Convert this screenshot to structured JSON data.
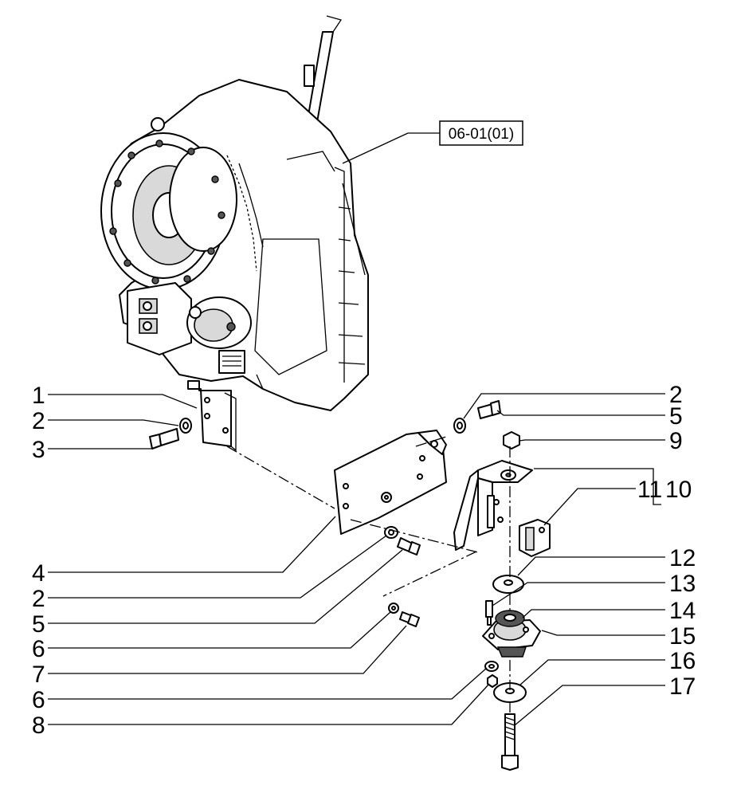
{
  "reference_box": {
    "label": "06-01(01)"
  },
  "callouts": {
    "left": [
      {
        "key": "l1",
        "text": "1"
      },
      {
        "key": "l2a",
        "text": "2"
      },
      {
        "key": "l3",
        "text": "3"
      },
      {
        "key": "l4",
        "text": "4"
      },
      {
        "key": "l2b",
        "text": "2"
      },
      {
        "key": "l5",
        "text": "5"
      },
      {
        "key": "l6a",
        "text": "6"
      },
      {
        "key": "l7",
        "text": "7"
      },
      {
        "key": "l6b",
        "text": "6"
      },
      {
        "key": "l8",
        "text": "8"
      }
    ],
    "right": [
      {
        "key": "r2",
        "text": "2"
      },
      {
        "key": "r5",
        "text": "5"
      },
      {
        "key": "r9",
        "text": "9"
      },
      {
        "key": "r11",
        "text": "11"
      },
      {
        "key": "r10",
        "text": "10"
      },
      {
        "key": "r12",
        "text": "12"
      },
      {
        "key": "r13",
        "text": "13"
      },
      {
        "key": "r14",
        "text": "14"
      },
      {
        "key": "r15",
        "text": "15"
      },
      {
        "key": "r16",
        "text": "16"
      },
      {
        "key": "r17",
        "text": "17"
      }
    ]
  },
  "colors": {
    "line": "#000000",
    "background": "#ffffff",
    "shading": "#d9d9d9"
  }
}
